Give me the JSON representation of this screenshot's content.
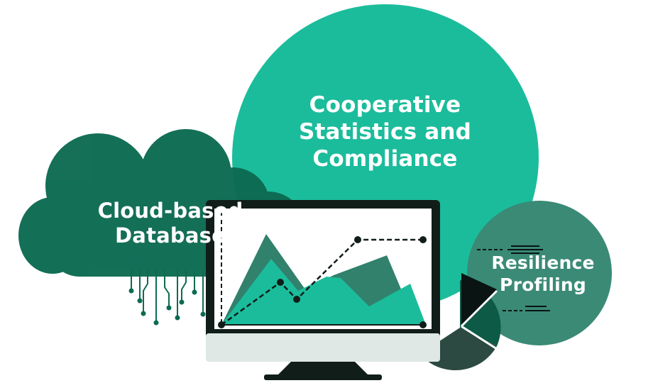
{
  "labels": {
    "stats": [
      "Cooperative",
      "Statistics and",
      "Compliance"
    ],
    "cloud": [
      "Cloud-based",
      "Database"
    ],
    "resilience": [
      "Resilience",
      "Profiling"
    ]
  },
  "colors": {
    "teal": "#1bbc9b",
    "dark_green": "#0d6b52",
    "mid_green": "#3a8a76",
    "monitor_frame": "#111d19",
    "monitor_base": "#dfe8e4",
    "pie_dark": "#2d4a42"
  },
  "icons": {
    "cloud": "cloud-icon",
    "monitor": "monitor-icon",
    "pie": "pie-chart-icon",
    "circuit": "circuit-lines-icon"
  }
}
